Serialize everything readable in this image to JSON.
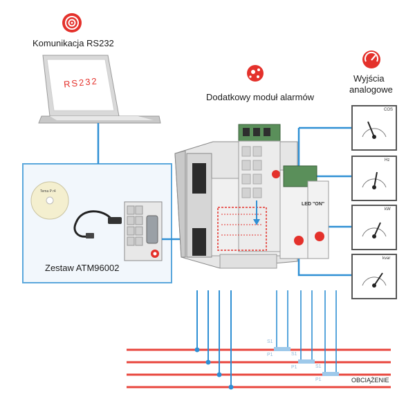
{
  "labels": {
    "rs232_title": "Komunikacja RS232",
    "laptop_screen": "RS232",
    "alarm_module": "Dodatkowy moduł alarmów",
    "analog_outputs_line1": "Wyjścia",
    "analog_outputs_line2": "analogowe",
    "kit": "Zestaw ATM96002",
    "load": "OBCIĄŻENIE",
    "led_on": "LED \"ON\"",
    "cd_label": "Tema P r4",
    "s1_a": "S1",
    "s1_b": "S1",
    "s1_c": "S1",
    "p1_a": "P1",
    "p1_b": "P1",
    "p1_c": "P1"
  },
  "meters": [
    "COS",
    "Hz",
    "kW",
    "kvar"
  ],
  "icons": [
    "rs232-icon",
    "alarm-module-icon",
    "analog-output-icon"
  ],
  "colors": {
    "accent_red": "#e4312b",
    "wire_blue": "#2e8fd4",
    "bus_red": "#e8453c",
    "box_border": "#5aa7dc"
  }
}
